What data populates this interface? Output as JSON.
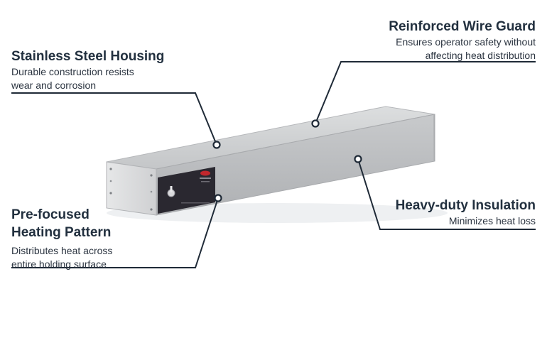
{
  "callouts": {
    "housing": {
      "title": "Stainless Steel Housing",
      "desc_line1": "Durable construction resists",
      "desc_line2": "wear and corrosion"
    },
    "guard": {
      "title": "Reinforced Wire Guard",
      "desc_line1": "Ensures operator safety without",
      "desc_line2": "affecting heat distribution"
    },
    "pattern": {
      "title_line1": "Pre-focused",
      "title_line2": "Heating Pattern",
      "desc_line1": "Distributes heat across",
      "desc_line2": "entire holding surface"
    },
    "insulation": {
      "title": "Heavy-duty Insulation",
      "desc": "Minimizes heat loss"
    }
  },
  "colors": {
    "leader_line": "#1f2a37",
    "housing_top": "#cfd1d3",
    "housing_front": "#b7b9bc",
    "control_panel": "#2a2830",
    "text": "#22303f"
  },
  "icons": [
    "toggle-switch-icon",
    "brand-logo-icon"
  ]
}
